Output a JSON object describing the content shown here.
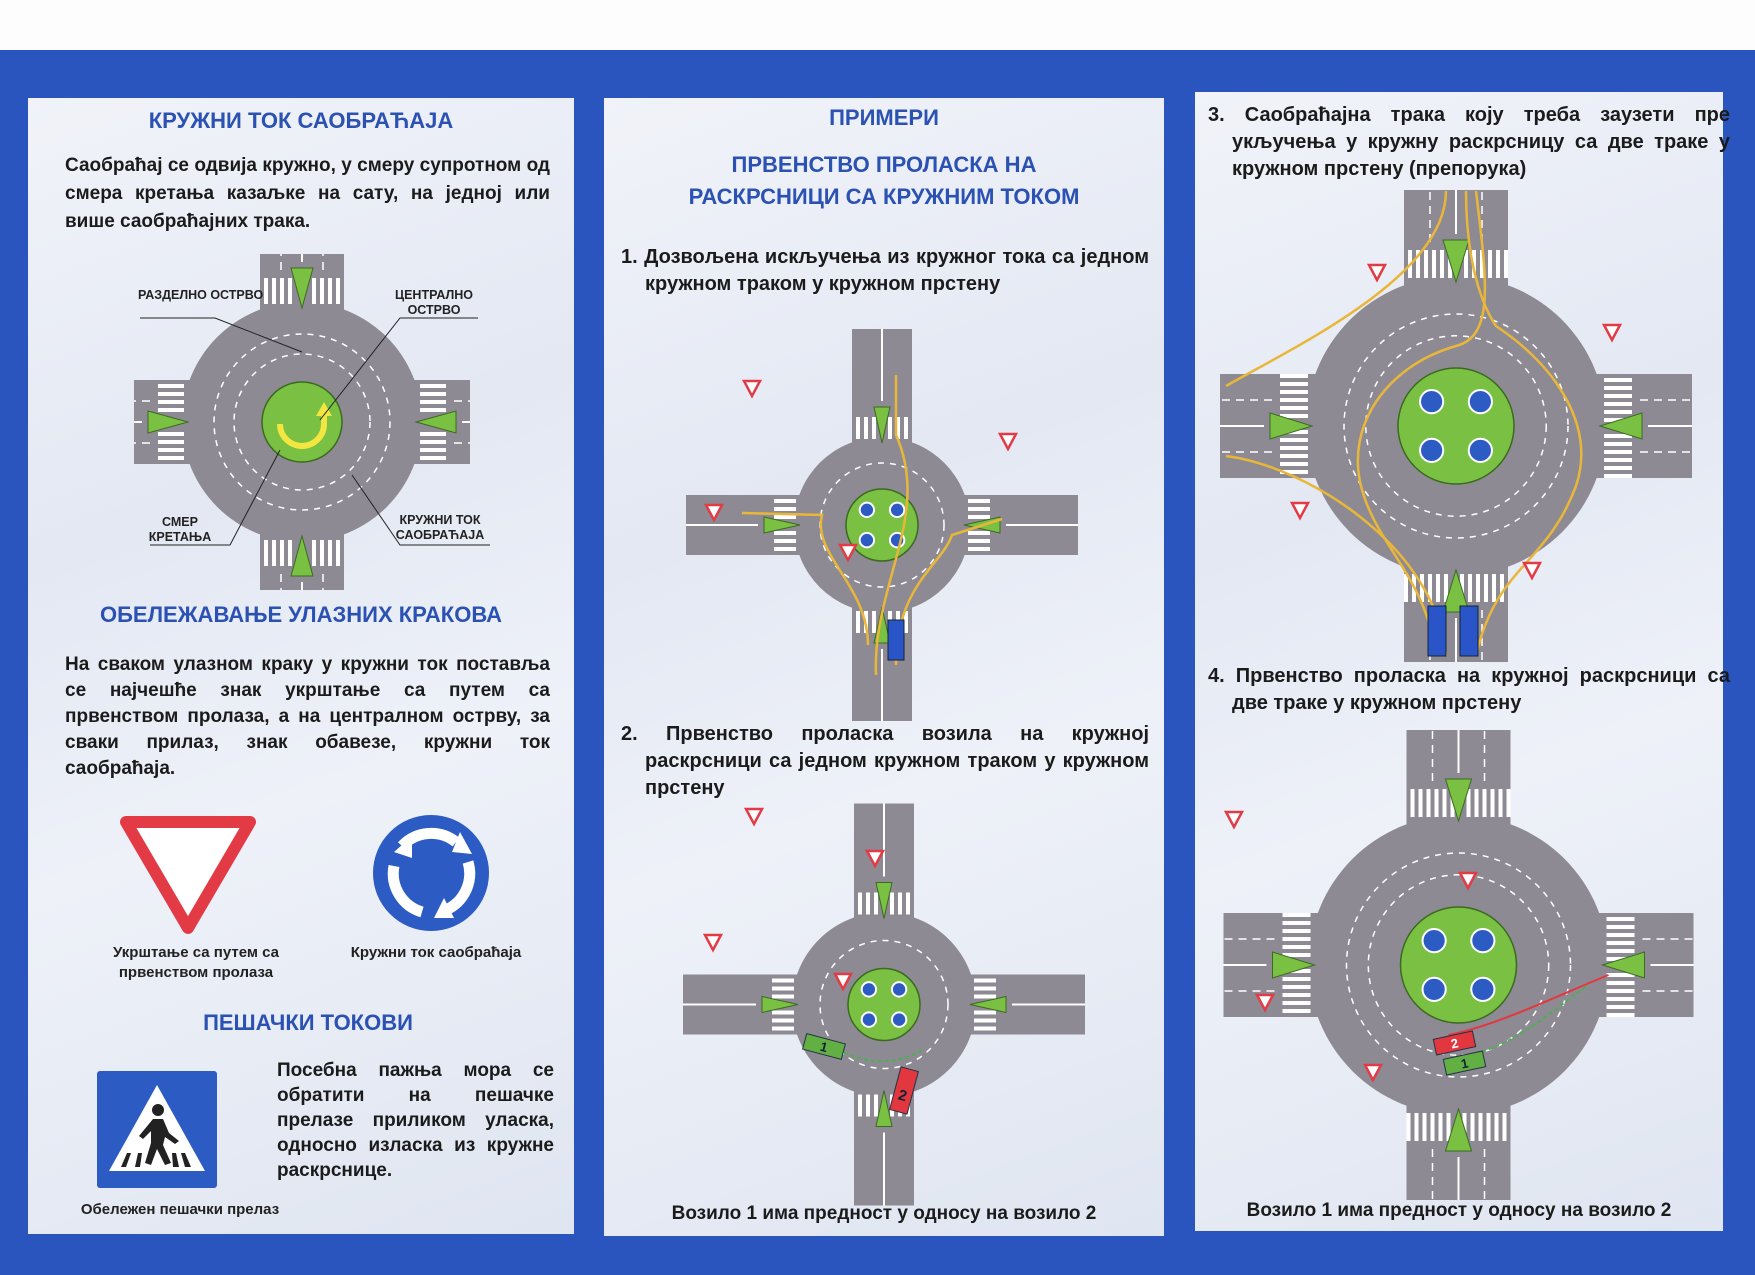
{
  "panel_left": {
    "title": "КРУЖНИ ТОК САОБРАЋАЈА",
    "intro": "Саобраћај се одвија кружно, у смеру супротном од смера кретања казаљке на сату, на једној или више саобраћајних трака.",
    "diagram_labels": {
      "splitter_island": "РАЗДЕЛНО ОСТРВО",
      "central_island": "ЦЕНТРАЛНО ОСТРВО",
      "direction": "СМЕР КРЕТАЊА",
      "roundabout": "КРУЖНИ ТОК САОБРАЋАЈА"
    },
    "marking_title": "ОБЕЛЕЖАВАЊЕ УЛАЗНИХ КРАКОВА",
    "marking_text": "На сваком улазном краку у кружни ток поставља се најчешће знак укрштање са путем са првенством пролаза, а на централном острву, за сваки прилаз, знак обавезе, кружни ток саобраћаја.",
    "sign_yield_caption": "Укрштање са путем са првенством пролаза",
    "sign_roundabout_caption": "Кружни ток саобраћаја",
    "pedestrian_title": "ПЕШАЧКИ ТОКОВИ",
    "pedestrian_text": "Посебна пажња мора се обратити на пешачке прелазе приликом уласка, односно изласка из кружне раскрснице.",
    "sign_crossing_caption": "Обележен пешачки прелаз"
  },
  "panel_middle": {
    "title": "ПРИМЕРИ",
    "subtitle_line1": "ПРВЕНСТВО ПРОЛАСКА НА",
    "subtitle_line2": "РАСКРСНИЦИ СА КРУЖНИМ ТОКОМ",
    "example1": "1. Дозвољена искључења из кружног тока са једном кружном траком у кружном прстену",
    "example2": "2. Првенство проласка возила на кружној раскрсници са једном кружном траком у кружном прстену",
    "vehicle1": "1",
    "vehicle2": "2",
    "caption": "Возило 1 има предност у односу на возило 2"
  },
  "panel_right": {
    "example3": "3. Саобраћајна трака коју треба заузети пре укључења у кружну раскрсницу са две траке у кружном прстену (препорука)",
    "example4": "4. Првенство проласка на кружној раскрсници са две траке у кружном прстену",
    "vehicle1": "1",
    "vehicle2": "2",
    "caption": "Возило 1 има предност у односу на возило 2"
  },
  "colors": {
    "frame": "#2a55bf",
    "heading": "#2b52b3",
    "road": "#8e8a93",
    "island": "#79c043",
    "yield": "#e23b45",
    "path": "#e8b73a"
  }
}
